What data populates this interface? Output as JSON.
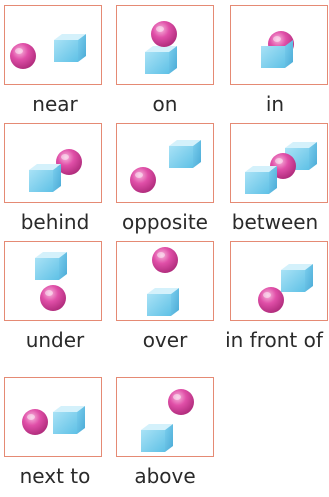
{
  "words": [
    "near",
    "on",
    "in",
    "behind",
    "opposite",
    "between",
    "under",
    "over",
    "in front of",
    "next to",
    "above"
  ],
  "colors": {
    "frame": "#e58a74",
    "cube": "#7fd0ee",
    "sphere": "#e04fa8"
  }
}
